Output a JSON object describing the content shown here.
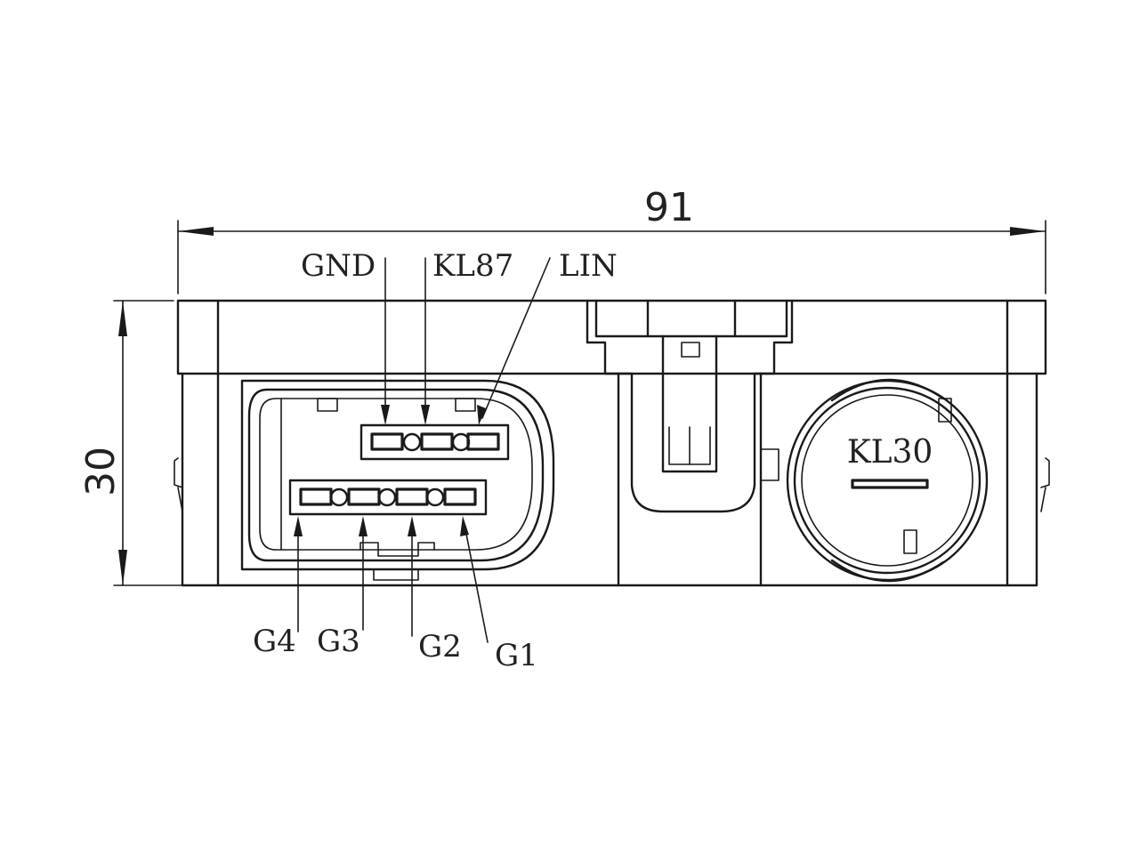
{
  "dimensions": {
    "width_label": "91",
    "height_label": "30"
  },
  "pins": {
    "gnd": "GND",
    "kl87": "KL87",
    "lin": "LIN",
    "g4": "G4",
    "g3": "G3",
    "g2": "G2",
    "g1": "G1",
    "kl30": "KL30"
  }
}
